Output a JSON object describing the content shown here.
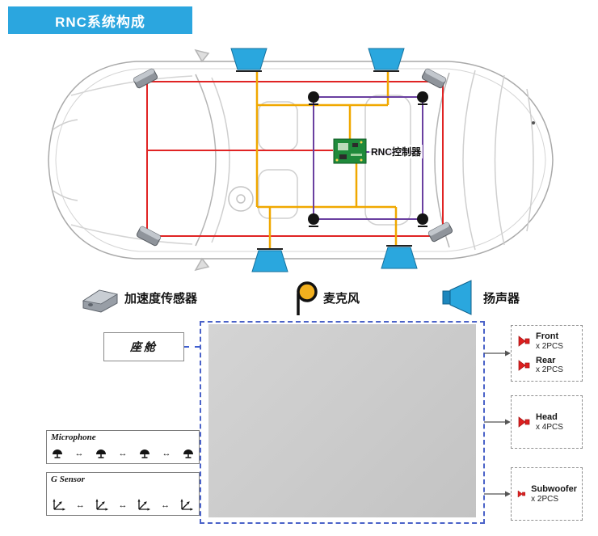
{
  "title_banner": {
    "label": "RNC系统构成",
    "bg": "#2BA6DF",
    "text_color": "#FFFFFF"
  },
  "car_diagram": {
    "controller_label": "RNC控制器",
    "colors": {
      "speaker": "#2AA7DE",
      "accelerometer_wire": "#E02424",
      "speaker_wire": "#F0A800",
      "microphone_wire": "#6A3FA0",
      "controller_pcb": "#1F8A3B"
    },
    "components": {
      "speakers_count": 4,
      "accelerometers_count": 4,
      "microphones_count": 4
    }
  },
  "legend": {
    "items": [
      {
        "icon": "accelerometer-icon",
        "label": "加速度传感器"
      },
      {
        "icon": "microphone-icon",
        "label": "麦克风"
      },
      {
        "icon": "speaker-icon",
        "label": "扬声器"
      }
    ]
  },
  "block_diagram": {
    "cabin_box_label": "座舱",
    "microphone_box_label": "Microphone",
    "gsensor_box_label": "G Sensor",
    "connector_symbol": "↔",
    "boundary_color": "#4A62C8",
    "panel_color": "#C9C9C9",
    "output_speaker_color": "#DD1F1F",
    "outputs": [
      {
        "items": [
          {
            "icon": "speaker-icon",
            "name": "Front",
            "qty": "x 2PCS"
          },
          {
            "icon": "speaker-icon",
            "name": "Rear",
            "qty": "x 2PCS"
          }
        ]
      },
      {
        "items": [
          {
            "icon": "speaker-icon",
            "name": "Head",
            "qty": "x 4PCS"
          }
        ]
      },
      {
        "items": [
          {
            "icon": "speaker-icon",
            "name": "Subwoofer",
            "qty": "x 2PCS"
          }
        ]
      }
    ]
  }
}
